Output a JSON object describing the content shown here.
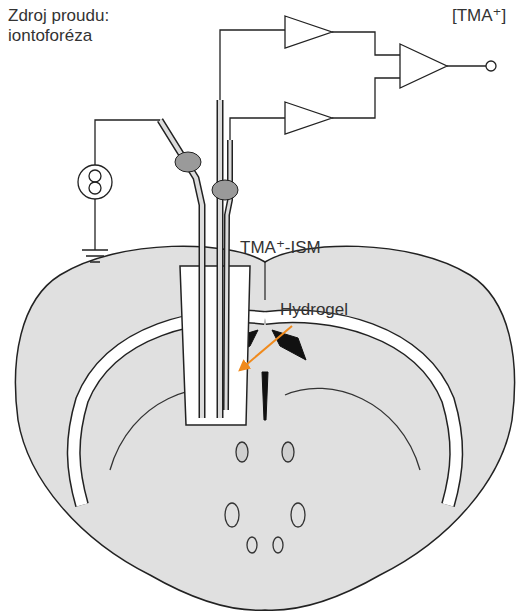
{
  "diagram": {
    "labels": [
      "Zdroj proudu: iontoforéza",
      "[TMA⁺]",
      "TMA⁺-ISM",
      "Hydrogel"
    ]
  }
}
